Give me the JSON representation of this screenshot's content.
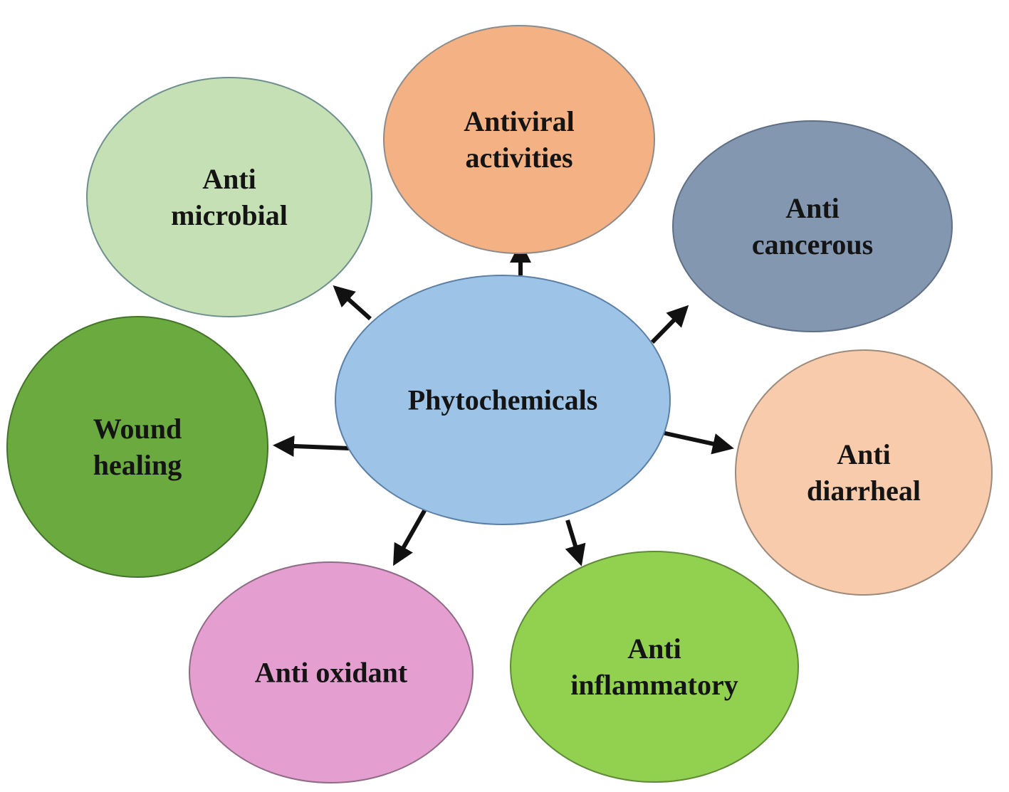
{
  "center": {
    "label_lines": [
      "Phytochemicals"
    ],
    "fill": "#9dc3e6",
    "stroke": "#5b7fa6"
  },
  "nodes": [
    {
      "id": "antiviral-activities",
      "label_lines": [
        "Antiviral",
        "activities"
      ],
      "fill": "#f4b183",
      "stroke": "#8c8c8c"
    },
    {
      "id": "anti-cancerous",
      "label_lines": [
        "Anti",
        "cancerous"
      ],
      "fill": "#8497b0",
      "stroke": "#5e6f86"
    },
    {
      "id": "anti-diarrheal",
      "label_lines": [
        "Anti",
        "diarrheal"
      ],
      "fill": "#f8cbad",
      "stroke": "#9c8a7a"
    },
    {
      "id": "anti-inflammatory",
      "label_lines": [
        "Anti",
        "inflammatory"
      ],
      "fill": "#92d050",
      "stroke": "#5f8a3a"
    },
    {
      "id": "anti-oxidant",
      "label_lines": [
        "Anti oxidant"
      ],
      "fill": "#e59ed0",
      "stroke": "#8f6b85"
    },
    {
      "id": "wound-healing",
      "label_lines": [
        "Wound",
        "healing"
      ],
      "fill": "#6aaa3e",
      "stroke": "#43732a"
    },
    {
      "id": "anti-microbial",
      "label_lines": [
        "Anti",
        "microbial"
      ],
      "fill": "#c5e0b4",
      "stroke": "#6f8f8f"
    }
  ],
  "arrow_color": "#111111"
}
